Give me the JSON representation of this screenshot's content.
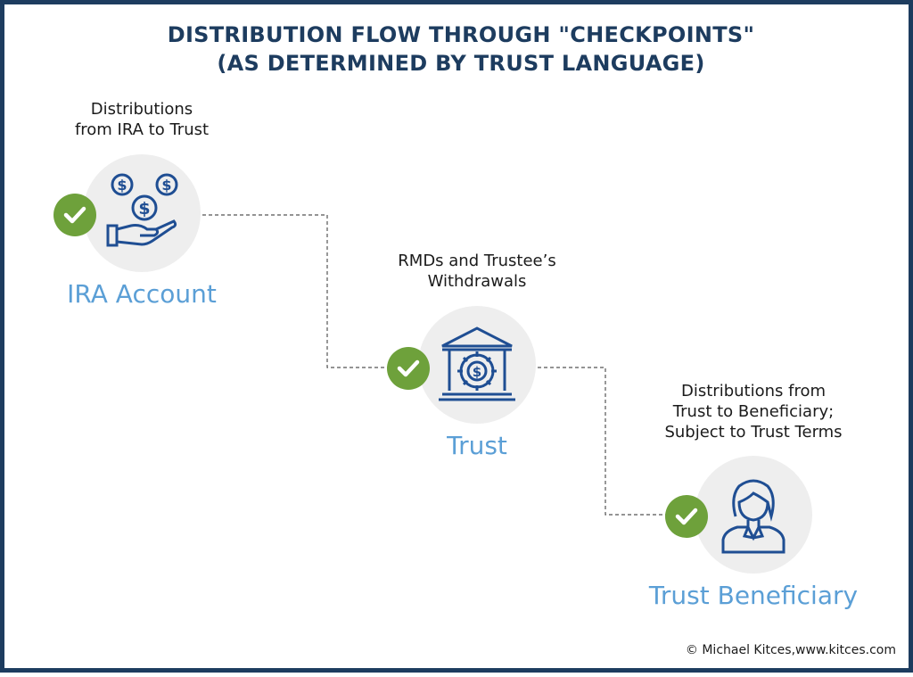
{
  "title": {
    "line1": "DISTRIBUTION FLOW THROUGH \"CHECKPOINTS\"",
    "line2": "(AS DETERMINED BY TRUST LANGUAGE)"
  },
  "steps": [
    {
      "caption_lines": [
        "Distributions",
        "from IRA to Trust"
      ],
      "label": "IRA Account",
      "icon": "hand-money-icon"
    },
    {
      "caption_lines": [
        "RMDs and Trustee’s",
        "Withdrawals"
      ],
      "label": "Trust",
      "icon": "bank-vault-icon"
    },
    {
      "caption_lines": [
        "Distributions from",
        "Trust to Beneficiary;",
        "Subject to Trust Terms"
      ],
      "label": "Trust Beneficiary",
      "icon": "woman-person-icon"
    }
  ],
  "checkpoint_icon": "checkmark-icon",
  "footer": {
    "copyright": "© Michael Kitces,www.kitces.com"
  },
  "colors": {
    "title": "#1d3c5f",
    "label": "#5b9fd6",
    "check": "#6ea13b",
    "icon": "#1f4e93",
    "circle": "#eeeeee"
  }
}
